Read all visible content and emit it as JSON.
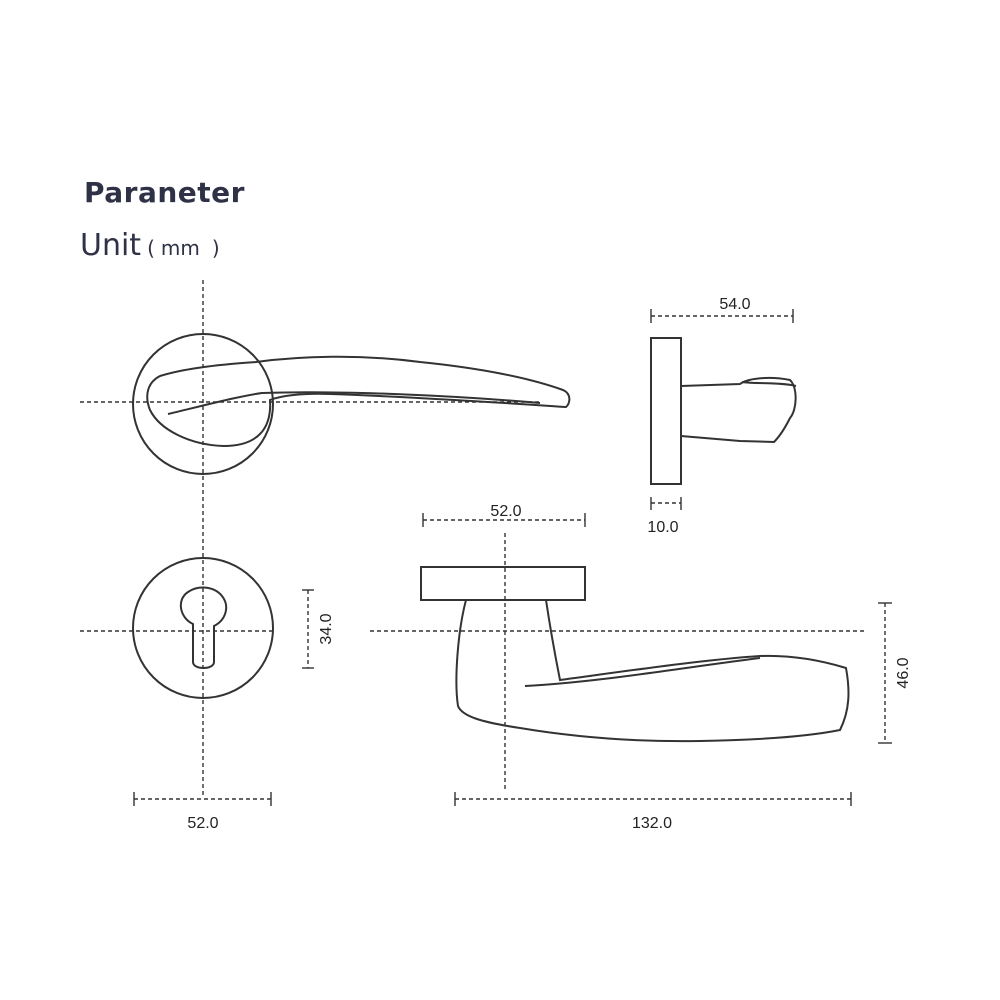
{
  "header": {
    "title": "Paraneter",
    "unit_label": "Unit",
    "unit_open": "(",
    "unit_value": "mm",
    "unit_close": ")"
  },
  "dimensions": {
    "side_depth": "54.0",
    "side_rose_thickness": "10.0",
    "rose_diameter_top": "52.0",
    "keyhole_height": "34.0",
    "rose_diameter_bottom": "52.0",
    "lever_height": "46.0",
    "lever_length": "132.0"
  }
}
